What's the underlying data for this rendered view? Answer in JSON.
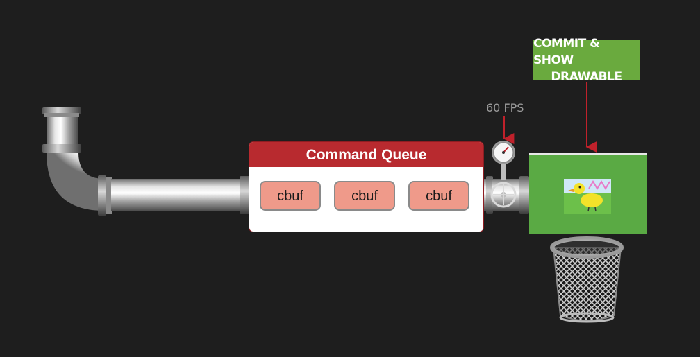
{
  "commit_label": {
    "line1": "COMMIT & SHOW",
    "line2": "DRAWABLE"
  },
  "fps_label": "60 FPS",
  "queue": {
    "title": "Command Queue",
    "buffers": [
      "cbuf",
      "cbuf",
      "cbuf"
    ]
  },
  "colors": {
    "background": "#1e1e1e",
    "queue_header": "#b82a2f",
    "cbuf_fill": "#ef9a8a",
    "label_green": "#6aaa3e",
    "drawable_green": "#5aaa44",
    "arrow_red": "#c0212b"
  },
  "icons": [
    "pipe-elbow-icon",
    "pressure-gauge-icon",
    "valve-wheel-icon",
    "duck-image-icon",
    "trash-can-icon"
  ]
}
